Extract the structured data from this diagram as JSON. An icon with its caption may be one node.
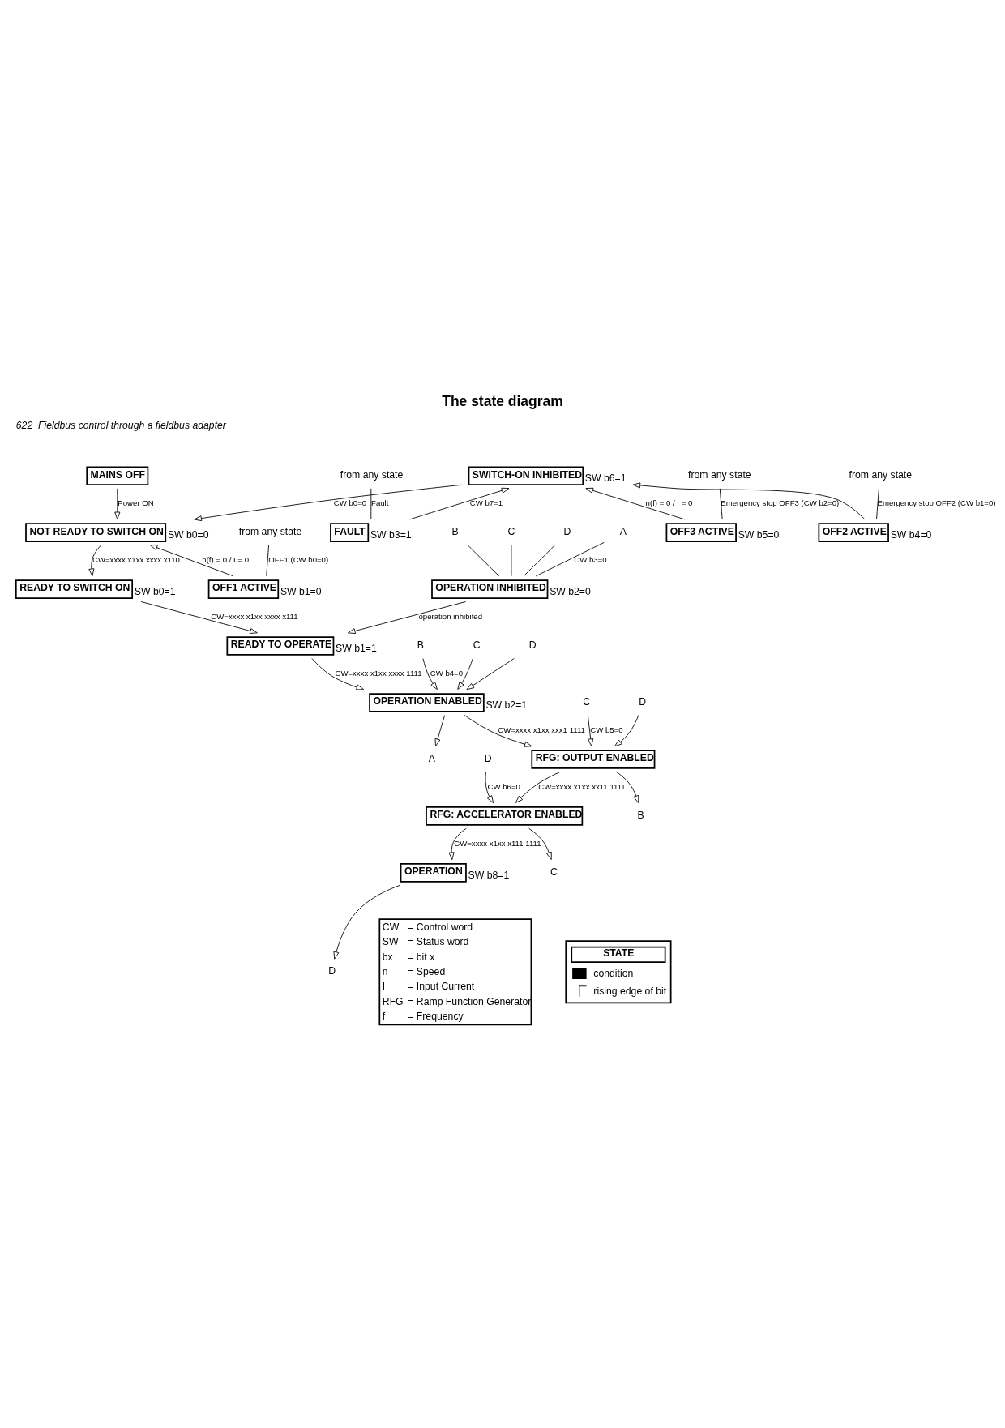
{
  "diagram": {
    "title": "The state diagram",
    "nodes": [
      {
        "text": [
          "MAINS OFF"
        ]
      },
      {
        "text": [
          "SWITCH-ON INHIBITED"
        ],
        "beside": [
          "SW b6=1"
        ]
      },
      {
        "text": [
          "NOT READY TO SWITCH ON"
        ],
        "beside": [
          "SW b0=0"
        ]
      },
      {
        "text": [
          "READY TO SWITCH ON"
        ],
        "beside": [
          "SW b0=1"
        ]
      },
      {
        "text": [
          "READY TO OPERATE"
        ],
        "beside": [
          "SW b1=1"
        ]
      },
      {
        "text": [
          "OPERATION ENABLED"
        ],
        "beside": [
          "SW b2=1"
        ]
      },
      {
        "text": [
          "RFG: OUTPUT ENABLED"
        ]
      },
      {
        "text": [
          "RFG: ACCELERATOR ENABLED"
        ]
      },
      {
        "text": [
          "OPERATION"
        ],
        "beside": [
          "SW b8=1"
        ]
      },
      {
        "text": [
          "OPERATION INHIBITED"
        ],
        "beside": [
          "SW b2=0"
        ]
      },
      {
        "text": [
          "OFF1 ACTIVE"
        ],
        "beside": [
          "SW b1=0"
        ]
      },
      {
        "text": [
          "FAULT"
        ],
        "beside": [
          "SW b3=1"
        ]
      },
      {
        "text": [
          "OFF2 ACTIVE"
        ],
        "beside": [
          "SW b4=0"
        ]
      },
      {
        "text": [
          "OFF3 ACTIVE"
        ],
        "beside": [
          "SW b5=0"
        ]
      },
      {
        "text": [
          "from any state"
        ]
      },
      {
        "text": [
          "from any state"
        ]
      },
      {
        "text": [
          "from any state"
        ]
      },
      {
        "text": [
          "from any state"
        ]
      },
      {
        "text": [
          "A"
        ]
      },
      {
        "text": [
          "B"
        ]
      },
      {
        "text": [
          "C"
        ]
      },
      {
        "text": [
          "D"
        ]
      },
      {
        "text": [
          "B"
        ]
      },
      {
        "text": [
          "C"
        ]
      },
      {
        "text": [
          "D"
        ]
      },
      {
        "text": [
          "C"
        ]
      },
      {
        "text": [
          "D"
        ]
      },
      {
        "text": [
          "D"
        ]
      },
      {
        "text": [
          "A"
        ]
      },
      {
        "text": [
          "B"
        ]
      },
      {
        "text": [
          "C"
        ]
      },
      {
        "text": [
          "D"
        ]
      }
    ],
    "edges": [
      {
        "from": 0,
        "to": 2,
        "arrow": "to",
        "label": "Power ON"
      },
      {
        "from": 1,
        "to": 2,
        "arrow": "to",
        "label": "CW b0=0"
      },
      {
        "from": 2,
        "to": 3,
        "arrow": "to",
        "label": "CW=xxxx x1xx xxxx x110"
      },
      {
        "from": 3,
        "to": 4,
        "arrow": "to",
        "label": "CW=xxxx x1xx xxxx x111"
      },
      {
        "from": 4,
        "to": 5,
        "arrow": "to",
        "label": "CW=xxxx x1xx xxxx 1111"
      },
      {
        "from": 5,
        "to": 6,
        "arrow": "to",
        "label": "CW=xxxx x1xx xxx1 1111"
      },
      {
        "from": 6,
        "to": 7,
        "arrow": "to",
        "label": "CW=xxxx x1xx xx11 1111"
      },
      {
        "from": 7,
        "to": 8,
        "arrow": "to",
        "label": "CW=xxxx x1xx x111 1111"
      },
      {
        "from": 14,
        "to": 11,
        "arrow": "none",
        "label": "Fault"
      },
      {
        "from": 11,
        "to": 1,
        "arrow": "to",
        "label": "CW b7=1"
      },
      {
        "from": 15,
        "to": 12,
        "arrow": "none",
        "label": "Emergency stop OFF2 (CW b1=0)"
      },
      {
        "from": 12,
        "to": 1,
        "arrow": "to"
      },
      {
        "from": 16,
        "to": 10,
        "arrow": "none",
        "label": "OFF1 (CW b0=0)"
      },
      {
        "from": 10,
        "to": 2,
        "arrow": "to",
        "label": "n(f) = 0 / I = 0"
      },
      {
        "from": 17,
        "to": 13,
        "arrow": "none",
        "label": "Emergency stop OFF3 (CW b2=0)"
      },
      {
        "from": 13,
        "to": 1,
        "arrow": "to",
        "label": "n(f) = 0 / I = 0"
      },
      {
        "from": 18,
        "to": 9,
        "arrow": "none",
        "label": "CW b3=0"
      },
      {
        "from": 19,
        "to": 9,
        "arrow": "none"
      },
      {
        "from": 20,
        "to": 9,
        "arrow": "none"
      },
      {
        "from": 21,
        "to": 9,
        "arrow": "none"
      },
      {
        "from": 9,
        "to": 4,
        "arrow": "to",
        "label": "operation inhibited"
      },
      {
        "from": 22,
        "to": 5,
        "arrow": "to",
        "label": "CW b4=0"
      },
      {
        "from": 23,
        "to": 5,
        "arrow": "to"
      },
      {
        "from": 24,
        "to": 5,
        "arrow": "to"
      },
      {
        "from": 25,
        "to": 6,
        "arrow": "to",
        "label": "CW b5=0"
      },
      {
        "from": 26,
        "to": 6,
        "arrow": "to"
      },
      {
        "from": 27,
        "to": 7,
        "arrow": "to",
        "label": "CW b6=0"
      },
      {
        "from": 5,
        "to": 28,
        "arrow": "to"
      },
      {
        "from": 6,
        "to": 29,
        "arrow": "to"
      },
      {
        "from": 7,
        "to": 30,
        "arrow": "to"
      },
      {
        "from": 8,
        "to": 31,
        "arrow": "to"
      }
    ],
    "labels": [
      "622",
      "Fieldbus control through a fieldbus adapter",
      "CW",
      "= Control word",
      "SW",
      "= Status word",
      "bx",
      "= bit x",
      "n",
      "= Speed",
      "I",
      "= Input Current",
      "RFG",
      "= Ramp Function Generator",
      "f",
      "= Frequency"
    ],
    "legend": [
      {
        "text": "STATE"
      },
      {
        "text": "condition"
      },
      {
        "text": "rising edge of bit"
      }
    ]
  }
}
